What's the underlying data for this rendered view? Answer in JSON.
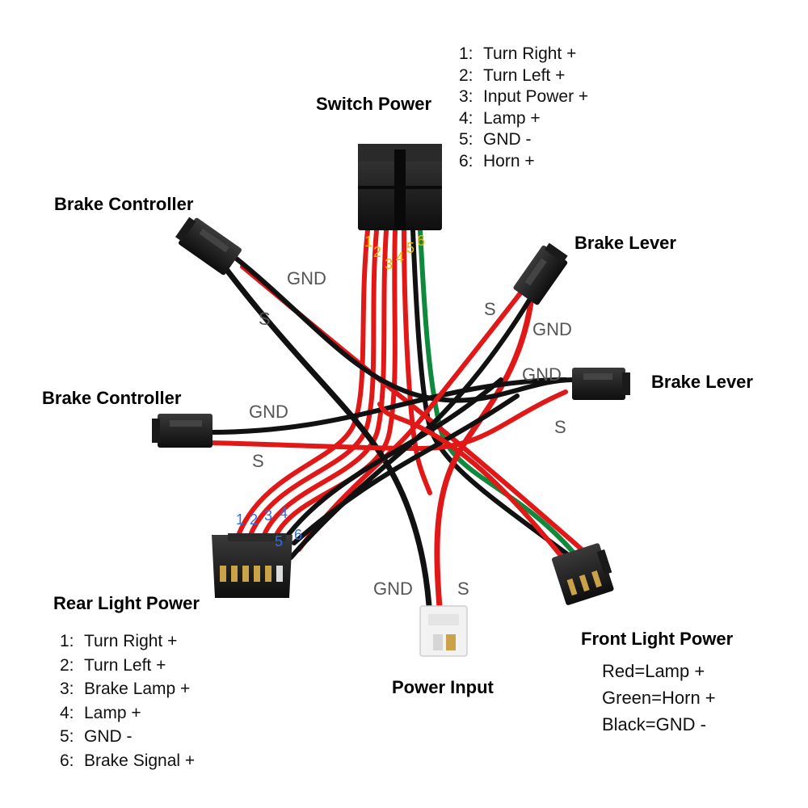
{
  "titles": {
    "switch_power": "Switch Power",
    "brake_controller_top": "Brake Controller",
    "brake_controller_mid": "Brake Controller",
    "brake_lever_top": "Brake Lever",
    "brake_lever_mid": "Brake Lever",
    "rear_light_power": "Rear Light Power",
    "front_light_power": "Front Light Power",
    "power_input": "Power Input"
  },
  "wire_labels": {
    "gnd": "GND",
    "s": "S"
  },
  "switch_power_pins": [
    {
      "num": "1:",
      "label": "Turn Right +"
    },
    {
      "num": "2:",
      "label": "Turn Left +"
    },
    {
      "num": "3:",
      "label": "Input Power +"
    },
    {
      "num": "4:",
      "label": "Lamp +"
    },
    {
      "num": "5:",
      "label": "GND -"
    },
    {
      "num": "6:",
      "label": "Horn +"
    }
  ],
  "rear_light_pins": [
    {
      "num": "1:",
      "label": "Turn Right +"
    },
    {
      "num": "2:",
      "label": "Turn Left +"
    },
    {
      "num": "3:",
      "label": "Brake Lamp +"
    },
    {
      "num": "4:",
      "label": "Lamp +"
    },
    {
      "num": "5:",
      "label": "GND -"
    },
    {
      "num": "6:",
      "label": "Brake Signal +"
    }
  ],
  "front_light_legend": [
    "Red=Lamp +",
    "Green=Horn +",
    "Black=GND -"
  ],
  "pin_numbers": [
    "1",
    "2",
    "3",
    "4",
    "5",
    "6"
  ],
  "colors": {
    "wire_red": "#e01818",
    "wire_black": "#111111",
    "wire_green": "#0f8a3c",
    "connector_black": "#1c1c1c",
    "connector_white": "#f2f2f2",
    "pin_gold": "#c9a24a",
    "pin_label_top": "#f0b400",
    "pin_label_bottom": "#2e6fe0"
  }
}
